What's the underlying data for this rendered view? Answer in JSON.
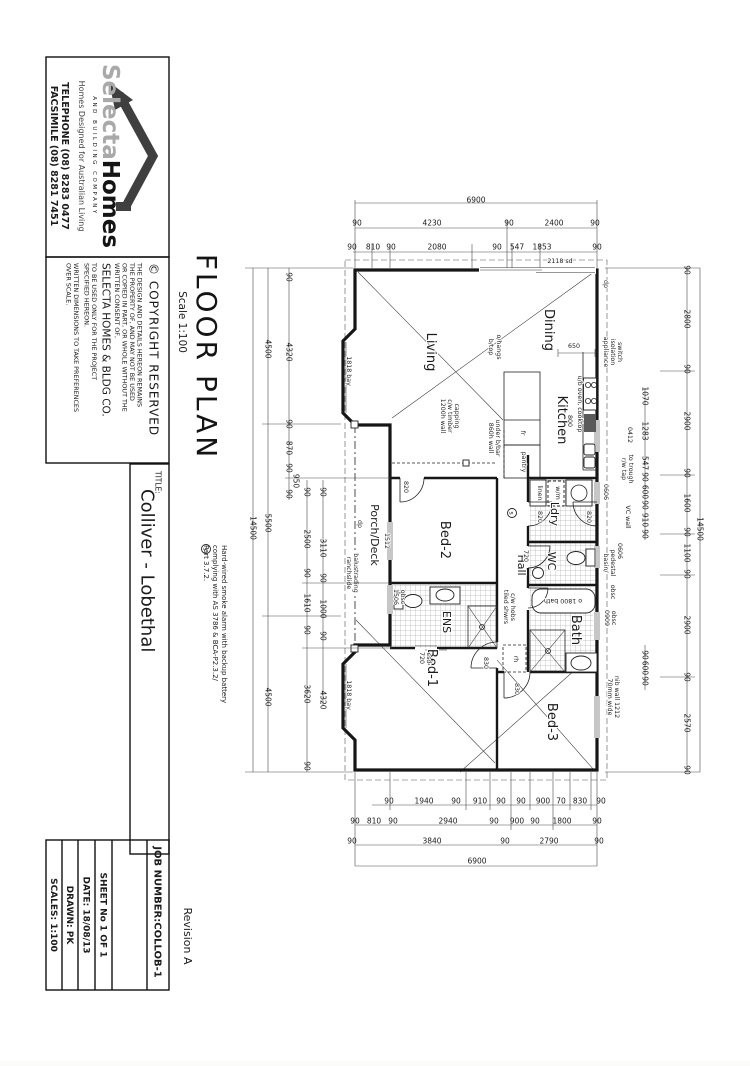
{
  "colors": {
    "ink": "#1b1b1b",
    "paper": "#ffffff",
    "logo_gray": "#a9a9a9",
    "logo_dark": "#3f3f3f"
  },
  "sheet": {
    "logo": {
      "brand_light": "Selecta",
      "brand_bold": "Homes",
      "subtitle": "AND BUILDING COMPANY",
      "tagline": "Homes Designed for Australian Living",
      "phone": "TELEPHONE (08) 8283 0477",
      "fax": "FACSIMILE (08) 8281 7451"
    },
    "copyright": {
      "heading": "© COPYRIGHT RESERVED",
      "line1": "THE DESIGN AND DETAILS HEREON REMAINS",
      "line2": "THE PROPERTY OF, AND MAY NOT BE USED",
      "line3": "OR COPIED IN PART, OR WHOLE WITHOUT THE",
      "line4": "WRITTEN CONSENT OF,",
      "company": "SELECTA HOMES & BLDG CO.",
      "line5": "TO BE USED ONLY FOR THE PROJECT",
      "line6": "SPECIFIED HEREON.",
      "line7": "WRITTEN DIMENSIONS TO TAKE PREFERENCES",
      "line8": "OVER SCALE."
    },
    "drawing_title": "FLOOR PLAN",
    "scale_note": "Scale 1:100",
    "title_label": "TITLE:",
    "title_value": "Colliver  -  Lobethal",
    "info": {
      "job": "JOB NUMBER:COLLOB-1",
      "sheet": "SHEET No  1 OF 1",
      "date": "DATE: 18/08/13",
      "drawn": "DRAWN: PK",
      "scales": "SCALES: 1:100"
    },
    "revision": "Revision  A",
    "smoke_symbol": "s",
    "smoke_note": {
      "line1": "Hard-wired smoke alarm with backup battery",
      "line2": "complying with AS 3786 & BCA-P2.3.2/",
      "line3": "Part 3.7.2."
    }
  },
  "plan": {
    "rooms": {
      "living": "Living",
      "dining": "Dining",
      "kitchen": "Kitchen",
      "ldry": "Ldry",
      "wc": "WC",
      "bath": "Bath",
      "bed1": "Bed-1",
      "bed2": "Bed-2",
      "bed3": "Bed-3",
      "ens": "ENS",
      "hall": "Hall",
      "porch": "Porch/Deck"
    },
    "ann": {
      "sd": "2118 sd",
      "dp1": "dp",
      "dp2": "dp",
      "bench650": "650",
      "btop1": "b/top",
      "btop2": "o/hangs",
      "w1200a": "1200h wall",
      "w1200b": "c/w timber",
      "w1200c": "capping",
      "w860a": "860h wall",
      "w860b": "under b/bar",
      "oven": "u/b oven, cooktop",
      "k800": "800",
      "fr": "fr",
      "pantry": "pantry",
      "linen": "linen",
      "wm": "w/m",
      "app1": "appliance",
      "app2": "isolation",
      "app3": "switch",
      "w0412": "0412",
      "rw1": "r/w tap",
      "rw2": "to trough",
      "vc": "VC wall",
      "w0606a": "0606",
      "w0606b": "0606",
      "ped1": "pedestal",
      "ped2": "basin/",
      "obsc1": "obsc",
      "bath_tub": "o 1800 bath",
      "tiled1": "tiled shwrs",
      "tiled2": "c/w hobs",
      "d720csd1": "720",
      "d720csd2": "csd",
      "d820a": "820",
      "d820b": "820",
      "d820c": "820",
      "d720wc": "720",
      "d830a": "830",
      "d830b": "830",
      "rh": "rh",
      "w0909": "0909",
      "obsc2": "obsc",
      "nib1": "70mm wide",
      "nib2": "nib wall 1212",
      "bay1": "1818 bay",
      "bay2": "1818 bay",
      "w1512": "1512",
      "w1506": "1506",
      "obsc3": "obsc",
      "ranch1": "ranchslide",
      "ranch2": "balustrading"
    },
    "dims": {
      "top_overall": [
        "6900"
      ],
      "top_mid": [
        "90",
        "4230",
        "90",
        "2400",
        "90"
      ],
      "top_inner": [
        "90",
        "810",
        "90",
        "2080",
        "90",
        "547",
        "1853",
        "90"
      ],
      "bottom_inner": [
        "90",
        "1940",
        "90",
        "910",
        "90",
        "90",
        "900",
        "70",
        "830",
        "90"
      ],
      "bottom_mid": [
        "90",
        "810",
        "90",
        "2940",
        "90",
        "900",
        "90",
        "1800",
        "90"
      ],
      "bottom_outer": [
        "90",
        "3840",
        "90",
        "2790",
        "90"
      ],
      "bottom_overall": [
        "6900"
      ],
      "left_overall": [
        "14500"
      ],
      "left_mid": [
        "4500",
        "5500",
        "4500"
      ],
      "left_c3": [
        "90",
        "4320",
        "90",
        "870",
        "90",
        "950",
        "90"
      ],
      "left_c2": [
        "90",
        "2500",
        "90",
        "1610",
        "90",
        "3620",
        "90"
      ],
      "left_c1": [
        "90",
        "3110",
        "90",
        "1000",
        "90",
        "4320"
      ],
      "right_inner": [
        "1070",
        "1283",
        "547",
        "90",
        "600",
        "90",
        "910",
        "90",
        "90",
        "600",
        "90"
      ],
      "right_outer": [
        "90",
        "2800",
        "90",
        "2900",
        "90",
        "1600",
        "90",
        "1100",
        "90",
        "2900",
        "90",
        "2570",
        "90"
      ],
      "right_overall": [
        "14500"
      ]
    }
  }
}
